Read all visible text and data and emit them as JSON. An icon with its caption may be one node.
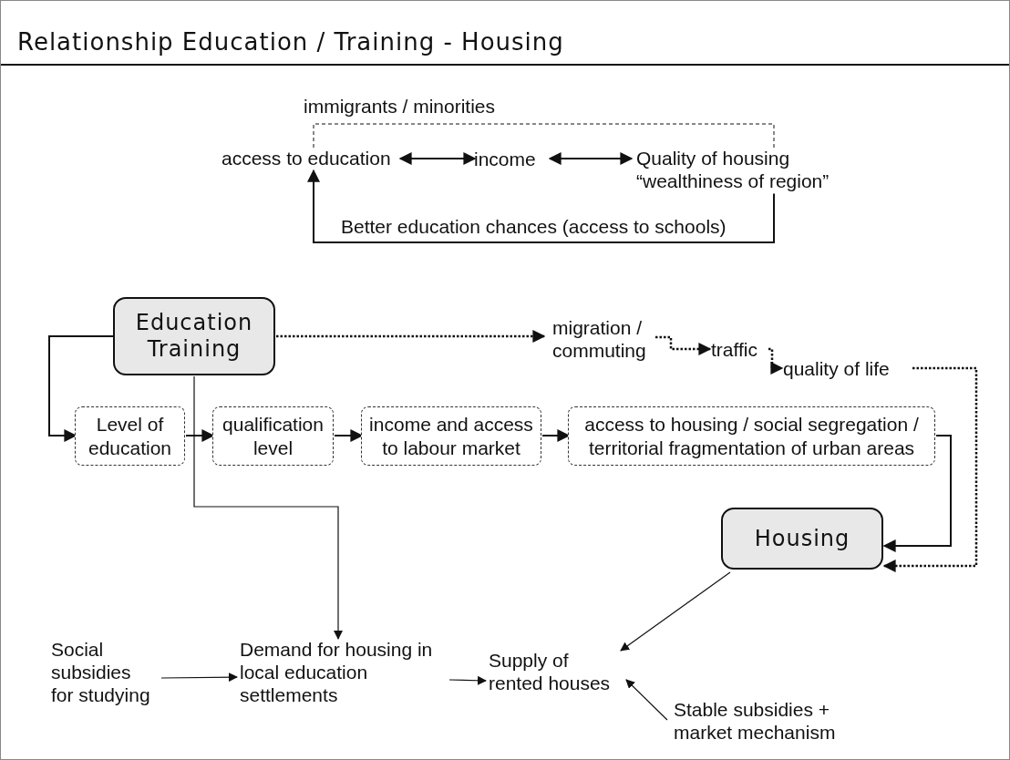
{
  "diagram": {
    "title": "Relationship Education / Training - Housing",
    "nodes": [
      {
        "text": [
          "access to education"
        ]
      },
      {
        "text": [
          "income"
        ]
      },
      {
        "text": [
          "Quality of housing “wealthiness of region”"
        ]
      },
      {
        "text": [
          "Education Training"
        ]
      },
      {
        "text": [
          "migration / commuting"
        ]
      },
      {
        "text": [
          "traffic"
        ]
      },
      {
        "text": [
          "quality of life"
        ]
      },
      {
        "text": [
          "Level of education"
        ]
      },
      {
        "text": [
          "qualification level"
        ]
      },
      {
        "text": [
          "income and access to labour market"
        ]
      },
      {
        "text": [
          "access to housing / social segregation / territorial fragmentation of urban areas"
        ]
      },
      {
        "text": [
          "Housing"
        ]
      },
      {
        "text": [
          "Social subsidies for studying"
        ]
      },
      {
        "text": [
          "Demand for housing in local education settlements"
        ]
      },
      {
        "text": [
          "Supply of rented houses"
        ]
      },
      {
        "text": [
          "Stable subsidies + market mechanism"
        ]
      }
    ],
    "edges": [
      {
        "from": 0,
        "to": 2,
        "arrow": "none",
        "style": "dashed",
        "label": "immigrants / minorities"
      },
      {
        "from": 0,
        "to": 1,
        "arrow": "both"
      },
      {
        "from": 1,
        "to": 2,
        "arrow": "both"
      },
      {
        "from": 2,
        "to": 0,
        "arrow": "to",
        "label": "Better education chances (access to schools)"
      },
      {
        "from": 3,
        "to": 4,
        "arrow": "to",
        "style": "dashed"
      },
      {
        "from": 4,
        "to": 5,
        "arrow": "to",
        "style": "dashed"
      },
      {
        "from": 5,
        "to": 6,
        "arrow": "to",
        "style": "dashed"
      },
      {
        "from": 6,
        "to": 11,
        "arrow": "to",
        "style": "dashed"
      },
      {
        "from": 3,
        "to": 7,
        "arrow": "to"
      },
      {
        "from": 7,
        "to": 8,
        "arrow": "to"
      },
      {
        "from": 8,
        "to": 9,
        "arrow": "to"
      },
      {
        "from": 9,
        "to": 10,
        "arrow": "to"
      },
      {
        "from": 10,
        "to": 11,
        "arrow": "to"
      },
      {
        "from": 3,
        "to": 13,
        "arrow": "to"
      },
      {
        "from": 12,
        "to": 13,
        "arrow": "to"
      },
      {
        "from": 13,
        "to": 14,
        "arrow": "to"
      },
      {
        "from": 11,
        "to": 14,
        "arrow": "to"
      },
      {
        "from": 15,
        "to": 14,
        "arrow": "to"
      }
    ]
  }
}
